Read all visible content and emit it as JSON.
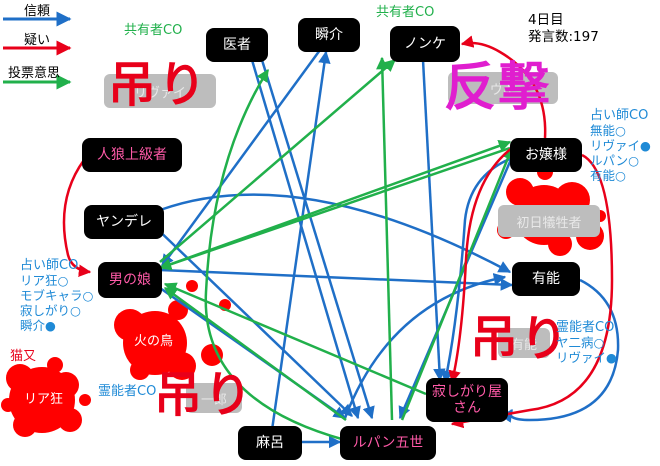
{
  "legend": {
    "trust": "信頼",
    "doubt": "疑い",
    "vote": "投票意思"
  },
  "info": {
    "day": "4日目",
    "speech_count": "発言数:197"
  },
  "nodes": {
    "isha": "医者",
    "shunsuke": "瞬介",
    "nonke": "ノンケ",
    "ojousama": "お嬢様",
    "jinrou_joukyuu": "人狼上級者",
    "yandere": "ヤンデレ",
    "otokonoko": "男の娘",
    "yuunou": "有能",
    "sabishigari": "寂しがり屋さん",
    "maro": "麻呂",
    "lupin": "ルパン五世"
  },
  "dead_labels": {
    "left_top": "リヴァイ",
    "right_top": "ヴギ",
    "shoniti": "初日犠牲者",
    "hinotori": "火の鳥",
    "bottom_mid": "一郎",
    "right_mid": "有能"
  },
  "overlays": {
    "hang1": "吊り",
    "hang2": "吊り",
    "hang3": "吊り",
    "counter": "反撃",
    "kyouyuu1": "共有者CO",
    "kyouyuu2": "共有者CO",
    "nekomata": "猫又",
    "riakyou": "リア狂"
  },
  "lists": {
    "ojousama_claim": [
      "占い師CO",
      "無能○",
      "リヴァイ●",
      "ルパン○",
      "有能○"
    ],
    "otokonoko_claim": [
      "占い師CO",
      "リア狂○",
      "モブキャラ○",
      "寂しがり○",
      "瞬介●"
    ],
    "reinou_left": "霊能者CO",
    "reinou_right": [
      "霊能者CO",
      "ヤ二病○",
      "リヴァイ●"
    ]
  },
  "colors": {
    "trust": "#1f6fc7",
    "doubt": "#e8001a",
    "vote": "#21b04b",
    "blood": "#ff0000"
  }
}
